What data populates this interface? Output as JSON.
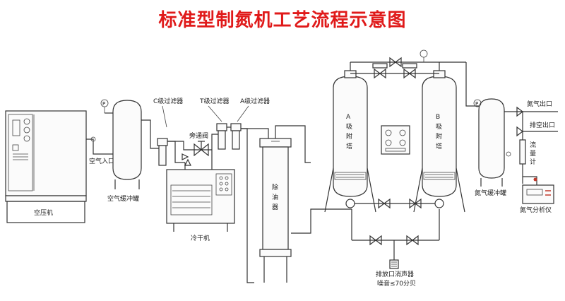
{
  "title": "标准型制氮机工艺流程示意图",
  "labels": {
    "compressor": "空压机",
    "air_inlet": "空气入口",
    "air_buffer_tank": "空气缓冲罐",
    "c_filter": "C级过滤器",
    "t_filter": "T级过滤器",
    "a_filter": "A级过滤器",
    "bypass_valve": "旁通阀",
    "dryer": "冷干机",
    "oil_remover": [
      "除",
      "油",
      "器"
    ],
    "tower_a": [
      "A",
      "吸",
      "附",
      "塔"
    ],
    "tower_b": [
      "B",
      "吸",
      "附",
      "塔"
    ],
    "nitrogen_outlet": "氮气出口",
    "vent_outlet": "排空出口",
    "flowmeter": [
      "流",
      "量",
      "计"
    ],
    "nitrogen_buffer_tank": "氮气缓冲罐",
    "nitrogen_analyzer": "氮气分析仪",
    "muffler": "排放口消声器",
    "noise": "噪音≤70分贝",
    "pressure_gauge": "P"
  },
  "colors": {
    "title": "#e01a1a",
    "line": "#333333",
    "analyzer_accent": "#c0392b"
  }
}
